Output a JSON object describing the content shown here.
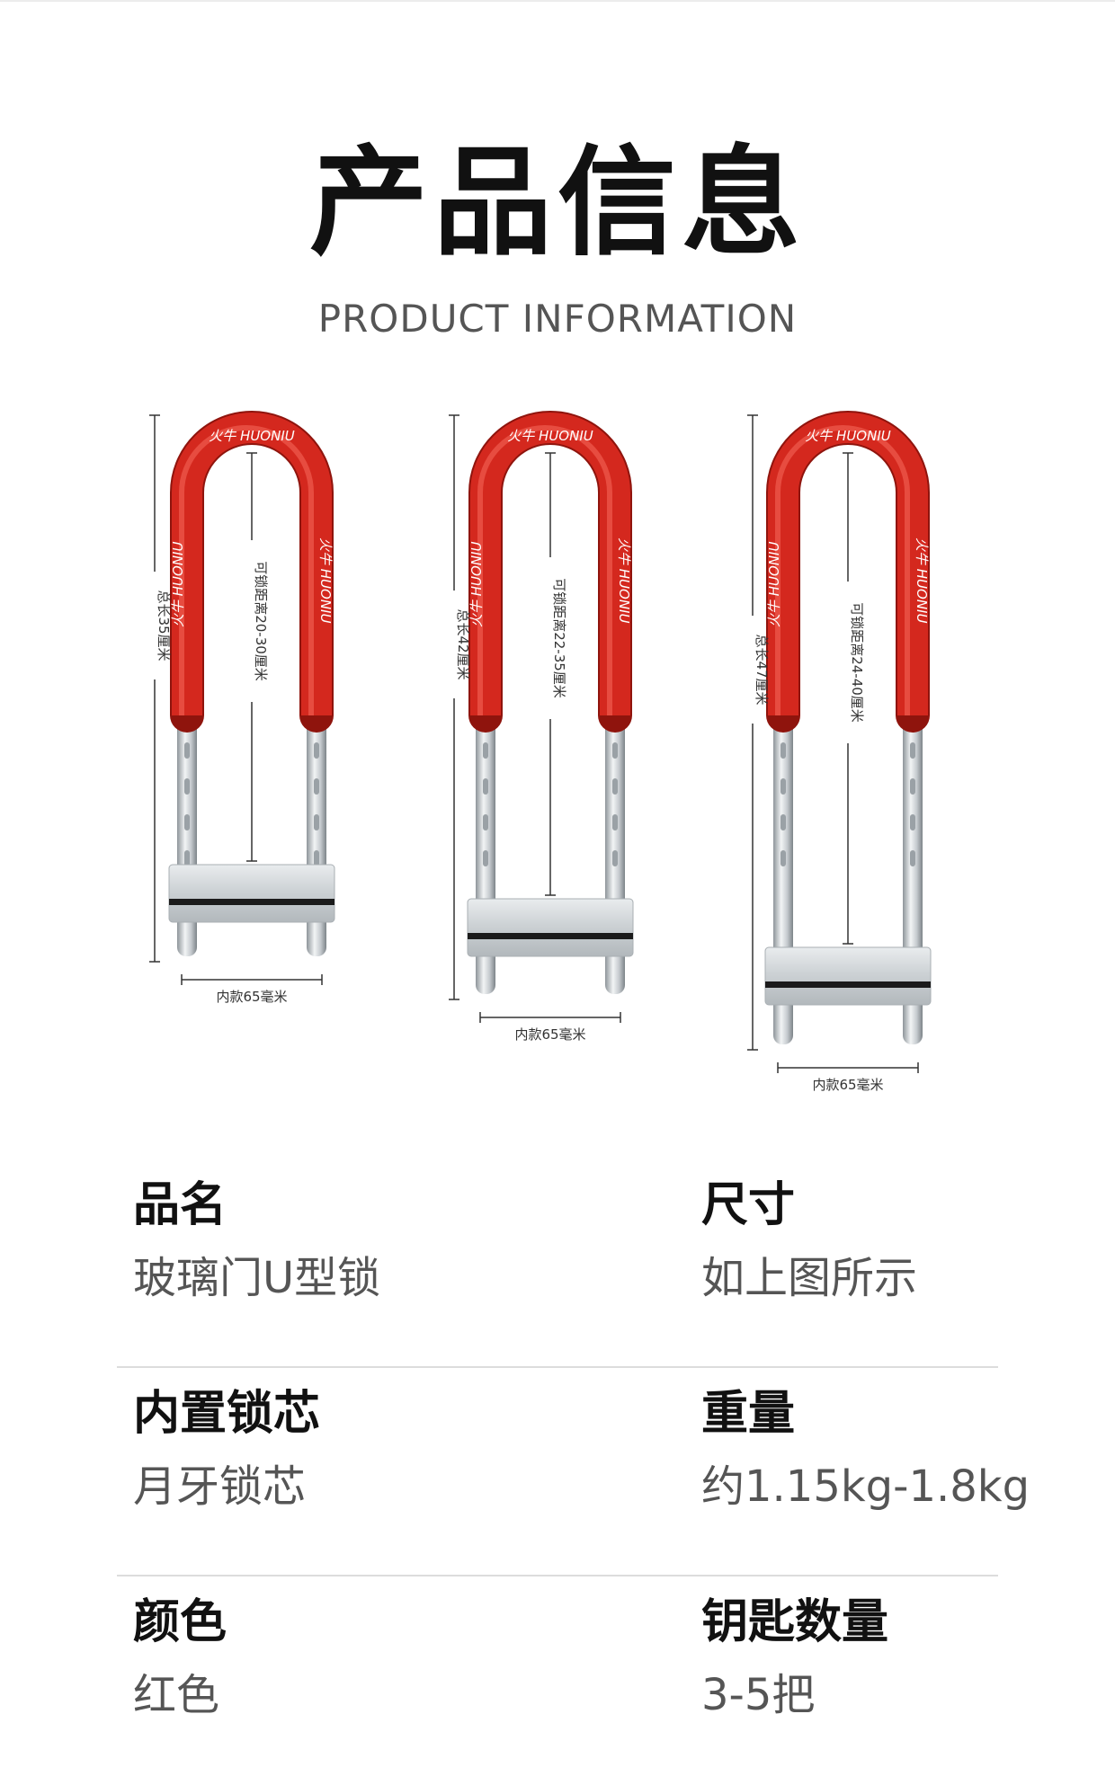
{
  "header": {
    "title": "产品信息",
    "subtitle": "PRODUCT INFORMATION"
  },
  "brand": {
    "name_cn": "火牛",
    "name_en": "HUONIU",
    "accent_color": "#d4281e",
    "steel_color": "#cfd3d6"
  },
  "locks": [
    {
      "total_length": "总长35厘米",
      "lock_range": "可锁距离20-30厘米",
      "inner_width": "内款65毫米"
    },
    {
      "total_length": "总长42厘米",
      "lock_range": "可锁距离22-35厘米",
      "inner_width": "内款65毫米"
    },
    {
      "total_length": "总长47厘米",
      "lock_range": "可锁距离24-40厘米",
      "inner_width": "内款65毫米"
    }
  ],
  "specs": [
    {
      "label": "品名",
      "value": "玻璃门U型锁"
    },
    {
      "label": "尺寸",
      "value": "如上图所示"
    },
    {
      "label": "内置锁芯",
      "value": "月牙锁芯"
    },
    {
      "label": "重量",
      "value": "约1.15kg-1.8kg"
    },
    {
      "label": "颜色",
      "value": "红色"
    },
    {
      "label": "钥匙数量",
      "value": "3-5把"
    }
  ]
}
